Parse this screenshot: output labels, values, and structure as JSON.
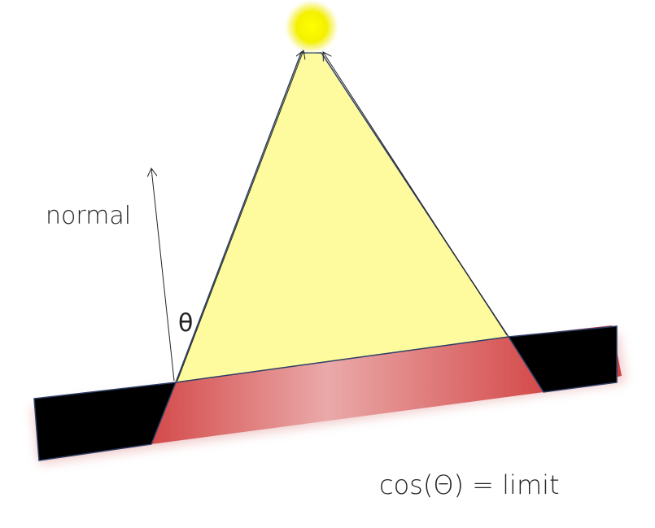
{
  "diagram": {
    "labels": {
      "normal": "normal",
      "theta": "θ",
      "formula": "cos(Θ) = limit"
    },
    "colors": {
      "background": "#ffffff",
      "light_source": "#f7ee00",
      "light_cone": "#fdfb9e",
      "lit_surface": "#d44a4a",
      "lit_surface_highlight": "#eaa9a9",
      "shadow_block": "#000000",
      "outline": "#2d3e66",
      "arrow": "#222222"
    },
    "icons": [
      "light-source-icon"
    ]
  }
}
